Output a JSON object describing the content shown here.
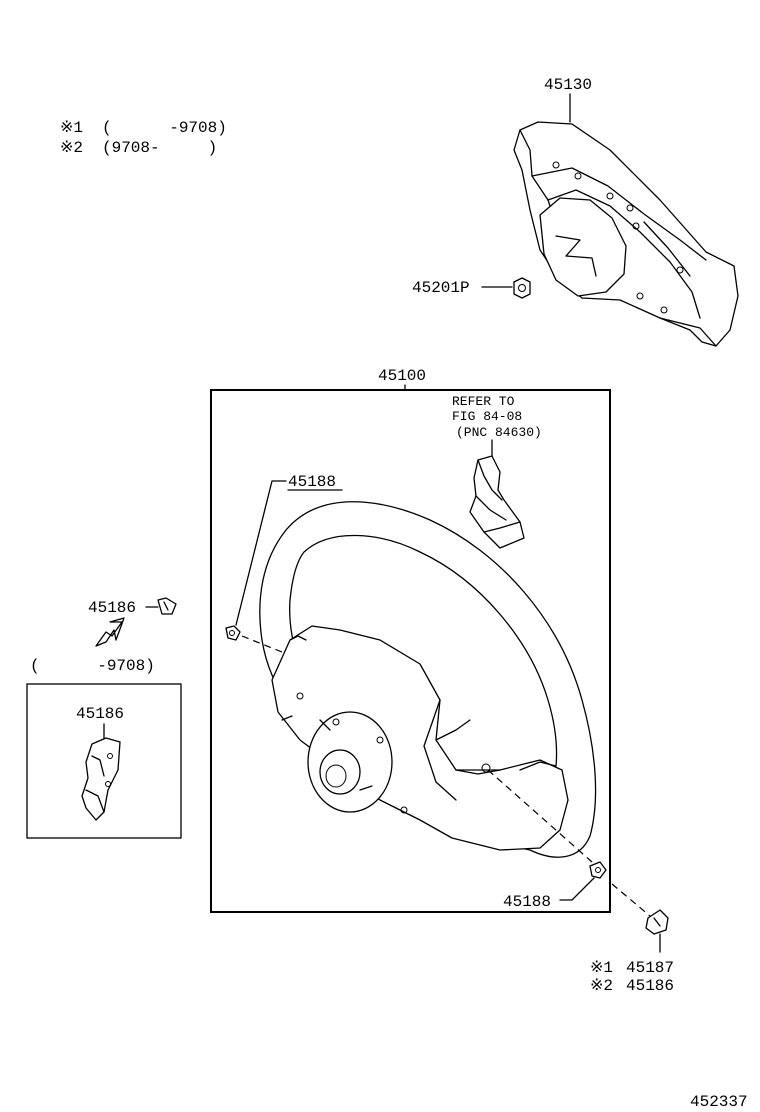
{
  "legend": [
    {
      "mark": "※1",
      "text": "(      -9708)"
    },
    {
      "mark": "※2",
      "text": "(9708-     )"
    }
  ],
  "parts": {
    "p45130": "45130",
    "p45201p": "45201P",
    "p45100": "45100",
    "refer_line1": "REFER TO",
    "refer_line2": "FIG 84-08",
    "refer_line3": "(PNC 84630)",
    "p45188_top": "45188",
    "p45188_bottom": "45188",
    "p45186_arrow": "45186",
    "date_range_inset": "(      -9708)",
    "p45186_inset": "45186",
    "variant1_mark": "※1",
    "variant1_part": "45187",
    "variant2_mark": "※2",
    "variant2_part": "45186"
  },
  "figure_number": "452337"
}
